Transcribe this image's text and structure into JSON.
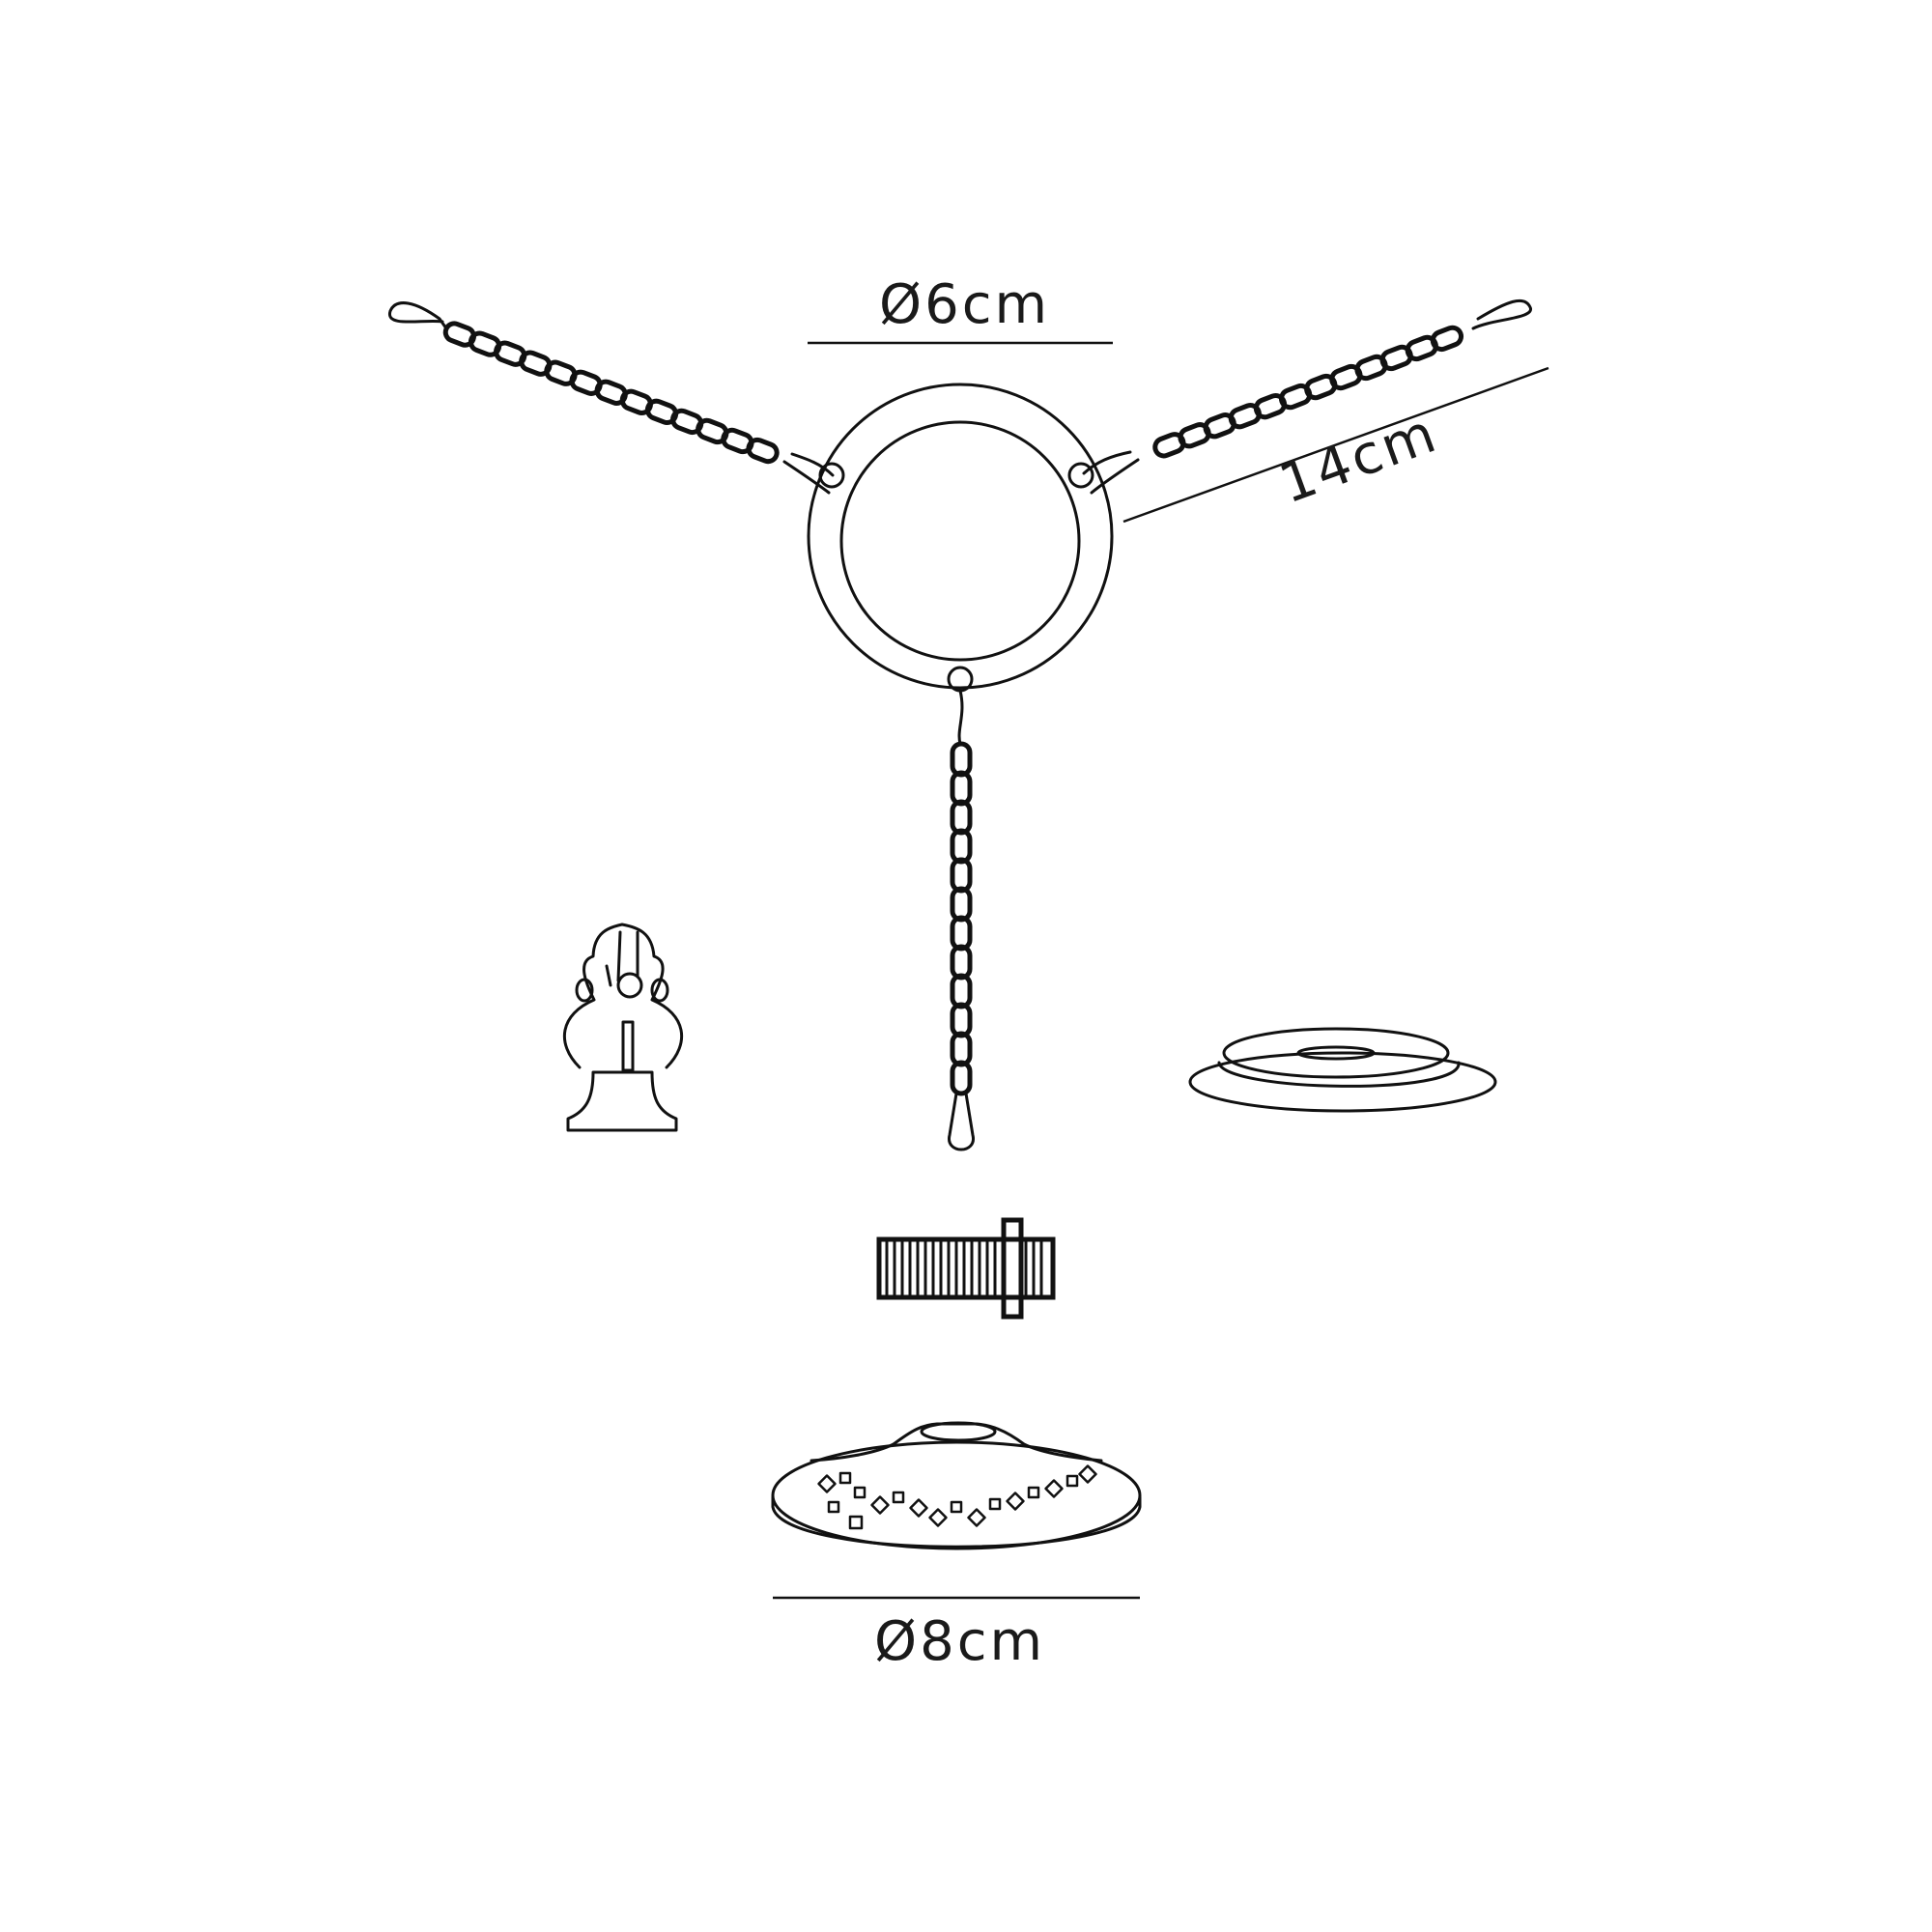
{
  "diagram": {
    "type": "product-dimension-drawing",
    "background": "#ffffff",
    "line_color": "#111111",
    "dimensions": {
      "ring_diameter": {
        "label": "Ø6cm"
      },
      "chain_length": {
        "label": "14cm"
      },
      "ceiling_rose_diameter": {
        "label": "Ø8cm"
      }
    },
    "parts": [
      {
        "name": "Suspension ring with three chains and hooks"
      },
      {
        "name": "Decorative finial"
      },
      {
        "name": "Flat cup / washer"
      },
      {
        "name": "Threaded nipple with nut"
      },
      {
        "name": "Ornamented ceiling rose"
      }
    ]
  }
}
